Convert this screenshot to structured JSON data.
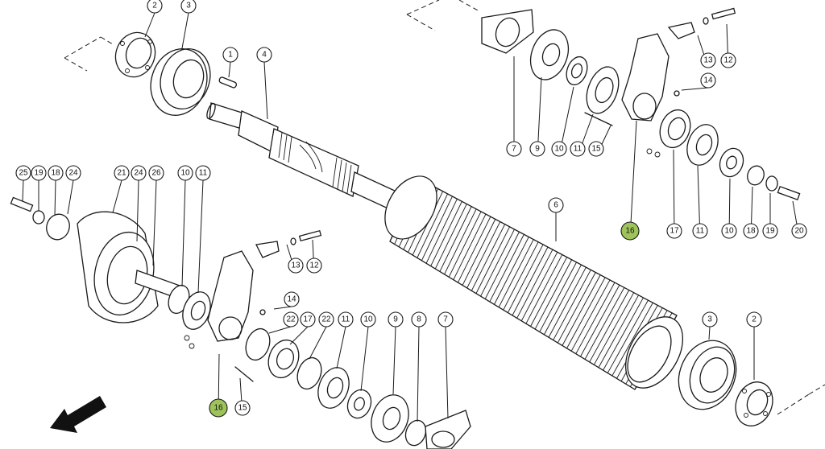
{
  "highlight_color": "#9dc35a",
  "direction_arrow": "direction-arrow-icon",
  "callouts": [
    {
      "label": "2",
      "highlight": false
    },
    {
      "label": "3",
      "highlight": false
    },
    {
      "label": "1",
      "highlight": false
    },
    {
      "label": "4",
      "highlight": false
    },
    {
      "label": "25",
      "highlight": false
    },
    {
      "label": "19",
      "highlight": false
    },
    {
      "label": "18",
      "highlight": false
    },
    {
      "label": "24",
      "highlight": false
    },
    {
      "label": "21",
      "highlight": false
    },
    {
      "label": "24",
      "highlight": false
    },
    {
      "label": "26",
      "highlight": false
    },
    {
      "label": "10",
      "highlight": false
    },
    {
      "label": "11",
      "highlight": false
    },
    {
      "label": "13",
      "highlight": false
    },
    {
      "label": "12",
      "highlight": false
    },
    {
      "label": "14",
      "highlight": false
    },
    {
      "label": "22",
      "highlight": false
    },
    {
      "label": "17",
      "highlight": false
    },
    {
      "label": "22",
      "highlight": false
    },
    {
      "label": "11",
      "highlight": false
    },
    {
      "label": "10",
      "highlight": false
    },
    {
      "label": "9",
      "highlight": false
    },
    {
      "label": "8",
      "highlight": false
    },
    {
      "label": "7",
      "highlight": false
    },
    {
      "label": "15",
      "highlight": false
    },
    {
      "label": "16",
      "highlight": true
    },
    {
      "label": "6",
      "highlight": false
    },
    {
      "label": "3",
      "highlight": false
    },
    {
      "label": "2",
      "highlight": false
    },
    {
      "label": "13",
      "highlight": false
    },
    {
      "label": "12",
      "highlight": false
    },
    {
      "label": "14",
      "highlight": false
    },
    {
      "label": "7",
      "highlight": false
    },
    {
      "label": "9",
      "highlight": false
    },
    {
      "label": "10",
      "highlight": false
    },
    {
      "label": "11",
      "highlight": false
    },
    {
      "label": "15",
      "highlight": false
    },
    {
      "label": "16",
      "highlight": true
    },
    {
      "label": "17",
      "highlight": false
    },
    {
      "label": "11",
      "highlight": false
    },
    {
      "label": "10",
      "highlight": false
    },
    {
      "label": "18",
      "highlight": false
    },
    {
      "label": "19",
      "highlight": false
    },
    {
      "label": "20",
      "highlight": false
    }
  ]
}
